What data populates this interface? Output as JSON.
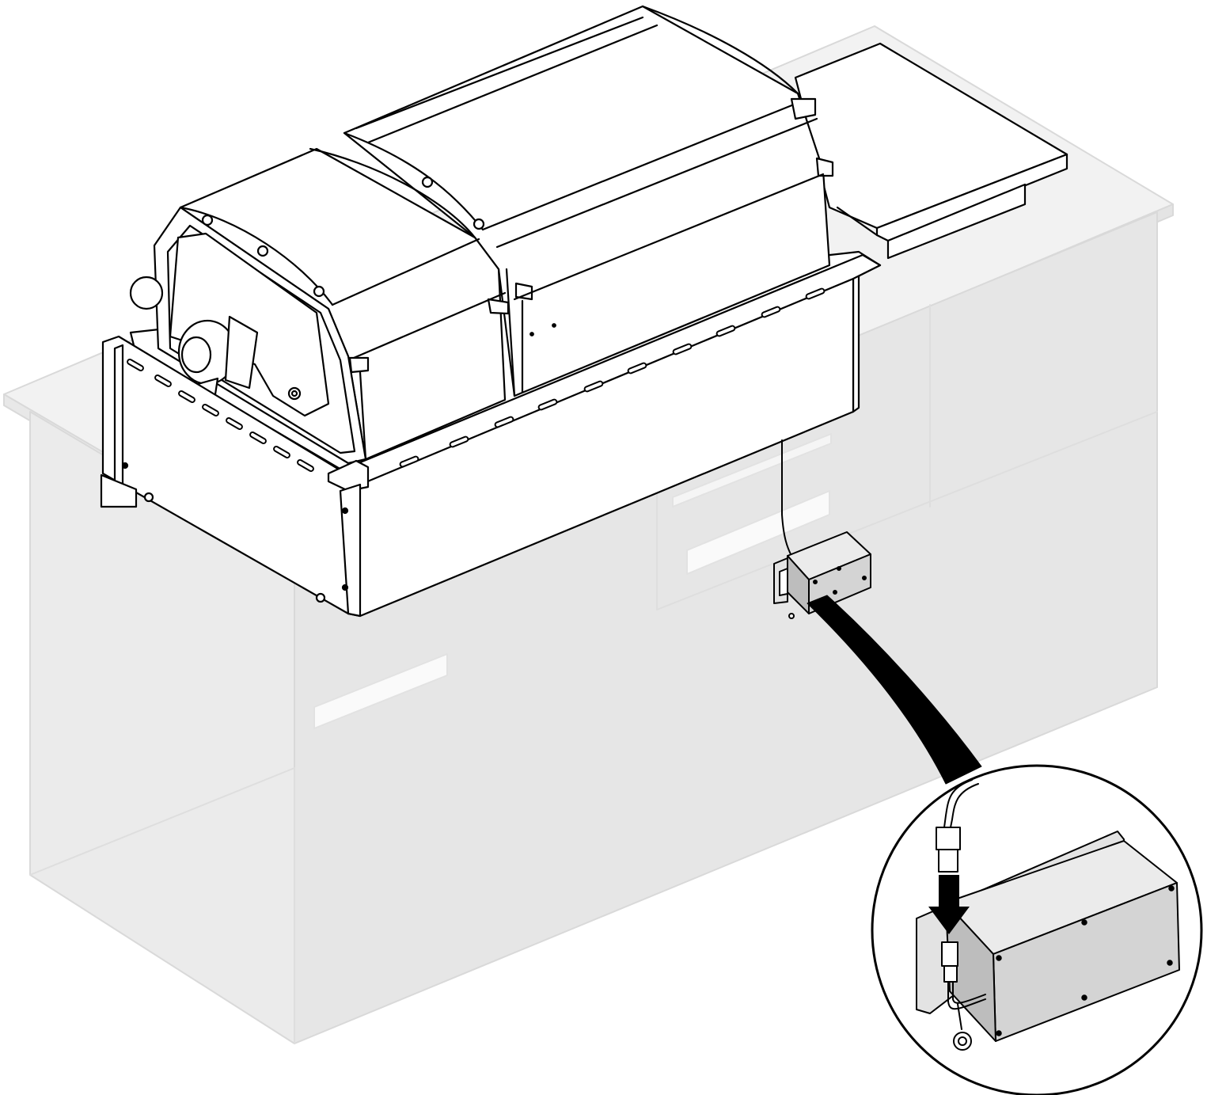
{
  "figure": {
    "kind": "assembly-illustration",
    "colors": {
      "ink": "#000000",
      "paper": "#ffffff",
      "cabinet_fill": "#ececec",
      "cabinet_top": "#f2f2f2",
      "cabinet_edge": "#d9d9d9",
      "cabinet_recess": "#f7f7f7",
      "box_front": "#d4d4d4",
      "box_top": "#ebebeb",
      "box_side": "#bdbdbd",
      "flange": "#e3e3e3"
    },
    "parts": [
      "island-cabinet",
      "side-shelf",
      "grill-hood-left",
      "grill-hood-right",
      "control-knob",
      "grill-frame",
      "power-cord",
      "electrical-junction-box",
      "detail-callout",
      "power-connector",
      "ground-ring-terminal",
      "insertion-arrow"
    ]
  }
}
